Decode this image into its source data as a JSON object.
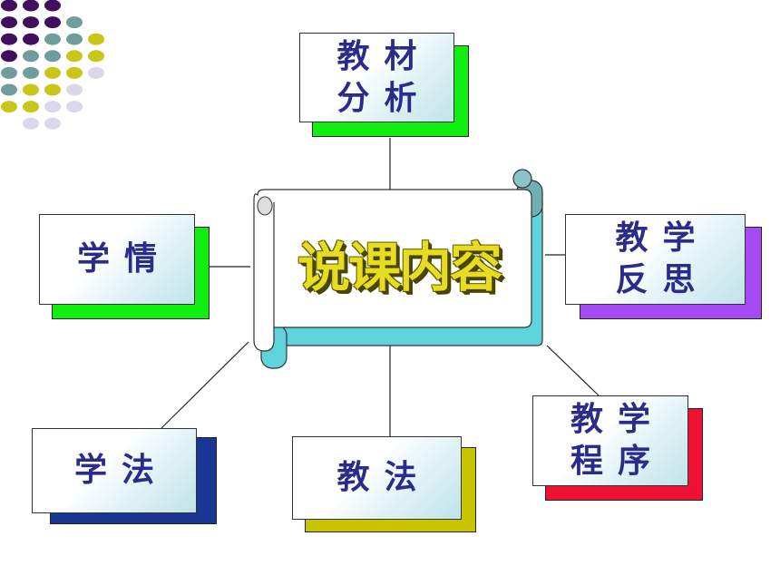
{
  "diagram": {
    "center": {
      "label": "说课内容"
    },
    "nodes": [
      {
        "id": "textbook-analysis",
        "label": "教材\n分析",
        "shadow_color": "#11ee11"
      },
      {
        "id": "learner-analysis",
        "label": "学情",
        "shadow_color": "#11ee11"
      },
      {
        "id": "teaching-reflection",
        "label": "教学\n反思",
        "shadow_color": "#a64bf4"
      },
      {
        "id": "learning-methods",
        "label": "学法",
        "shadow_color": "#1a3796"
      },
      {
        "id": "teaching-methods",
        "label": "教法",
        "shadow_color": "#c8c400"
      },
      {
        "id": "teaching-procedure",
        "label": "教学\n程序",
        "shadow_color": "#ee1133"
      }
    ]
  },
  "decoration": {
    "dot_colors": {
      "purple": "#40105f",
      "teal": "#6f9c9c",
      "yellow": "#c9c61a",
      "lavender": "#d8d8ea"
    }
  },
  "colors": {
    "scroll_back": "#5fd4dc",
    "scroll_face": "#ffffff",
    "label_text": "#2b2b8c",
    "title_fill": "#e6dd20"
  }
}
